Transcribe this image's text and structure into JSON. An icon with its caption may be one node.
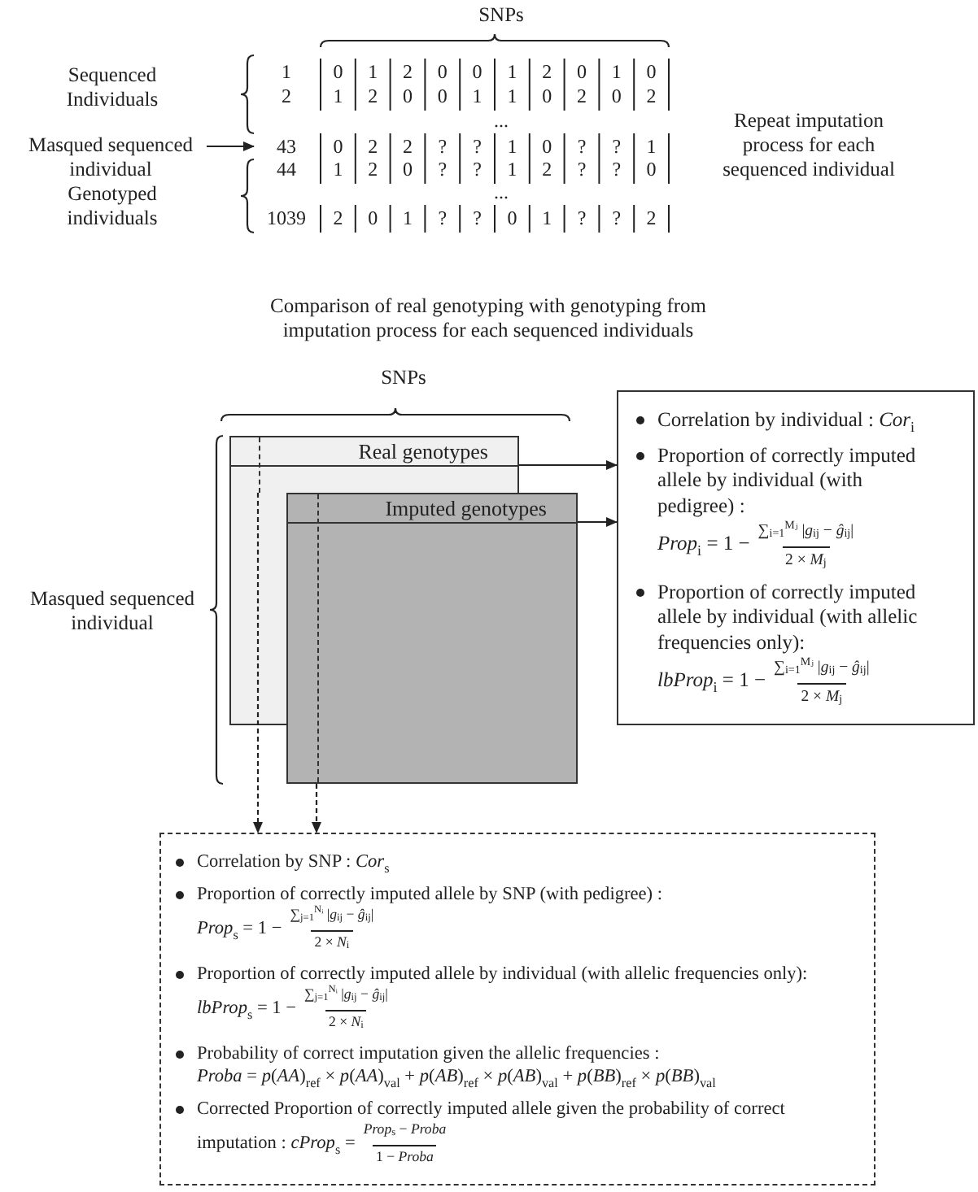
{
  "diagram": {
    "nodes": [
      {
        "text": [
          "Masqued sequenced individual"
        ]
      },
      {
        "text": [
          "43"
        ]
      },
      {
        "text": [
          "Real genotypes"
        ]
      },
      {
        "text": [
          "Imputed genotypes"
        ]
      },
      {
        "text": [
          "Correlation by individual : *Cor*$_{i}$",
          "Proportion of correctly imputed allele by individual (with pedigree) :",
          "*Prop*$_{i}$ = 1 −",
          "∑$_{i=1}$$^{Mⱼ}$ |*g*$_{ij}$ − *ĝ*$_{ij}$|",
          "2 × *M*$_{j}$",
          "Proportion of correctly imputed allele by individual (with allelic frequencies only):",
          "*lbProp*$_{i}$ = 1 −",
          "∑$_{i=1}$$^{Mⱼ}$ |*g*$_{ij}$ − *ĝ*$_{ij}$|",
          "2 × *M*$_{j}$"
        ]
      },
      {
        "text": [
          "Correlation by SNP : *Cor*$_{s}$",
          "Proportion of correctly imputed allele by SNP (with pedigree) :",
          "*Prop*$_{s}$ = 1 −",
          "∑$_{j=1}$$^{Nᵢ}$ |*g*$_{ij}$ − *ĝ*$_{ij}$|",
          "2 × *N*$_{i}$",
          "Proportion of correctly imputed allele by individual (with allelic frequencies only): *lbProp*$_{s}$ = 1 −",
          "∑$_{j=1}$$^{Nᵢ}$ |*g*$_{ij}$ − *ĝ*$_{ij}$|",
          "2 × *N*$_{i}$",
          "Probability of correct imputation given the allelic frequencies :",
          "*Proba* = *p*(*AA*)$_{ref}$ × *p*(*AA*)$_{val}$ + *p*(*AB*)$_{ref}$ × *p*(*AB*)$_{val}$ + *p*(*BB*)$_{ref}$ × *p*(*BB*)$_{val}$",
          "Corrected Proportion of correctly imputed allele given the probability of correct imputation : *cProp*$_{s}$ =",
          "*Prop*$_{s}$ − *Proba*",
          "1 − *Proba*"
        ]
      }
    ],
    "edges": [
      {
        "from": 0,
        "to": 1,
        "arrow": "to"
      },
      {
        "from": 2,
        "to": 4,
        "arrow": "to"
      },
      {
        "from": 3,
        "to": 4,
        "arrow": "to"
      },
      {
        "from": 2,
        "to": 5,
        "arrow": "to",
        "style": "dashed"
      },
      {
        "from": 3,
        "to": 5,
        "arrow": "to",
        "style": "dashed"
      }
    ],
    "labels": [
      "SNPs",
      "Sequenced Individuals",
      "Genotyped individuals",
      "1",
      "0",
      "1",
      "2",
      "0",
      "0",
      "1",
      "2",
      "0",
      "1",
      "0",
      "2",
      "1",
      "2",
      "0",
      "0",
      "1",
      "1",
      "0",
      "2",
      "0",
      "2",
      "...",
      "0",
      "2",
      "2",
      "?",
      "?",
      "1",
      "0",
      "?",
      "?",
      "1",
      "44",
      "1",
      "2",
      "0",
      "?",
      "?",
      "1",
      "2",
      "?",
      "?",
      "0",
      "...",
      "1039",
      "2",
      "0",
      "1",
      "?",
      "?",
      "0",
      "1",
      "?",
      "?",
      "2",
      "Repeat imputation process for each sequenced individual",
      "Comparison of real genotyping with genotyping from imputation process for each sequenced individuals",
      "SNPs",
      "Masqued sequenced individual"
    ]
  }
}
